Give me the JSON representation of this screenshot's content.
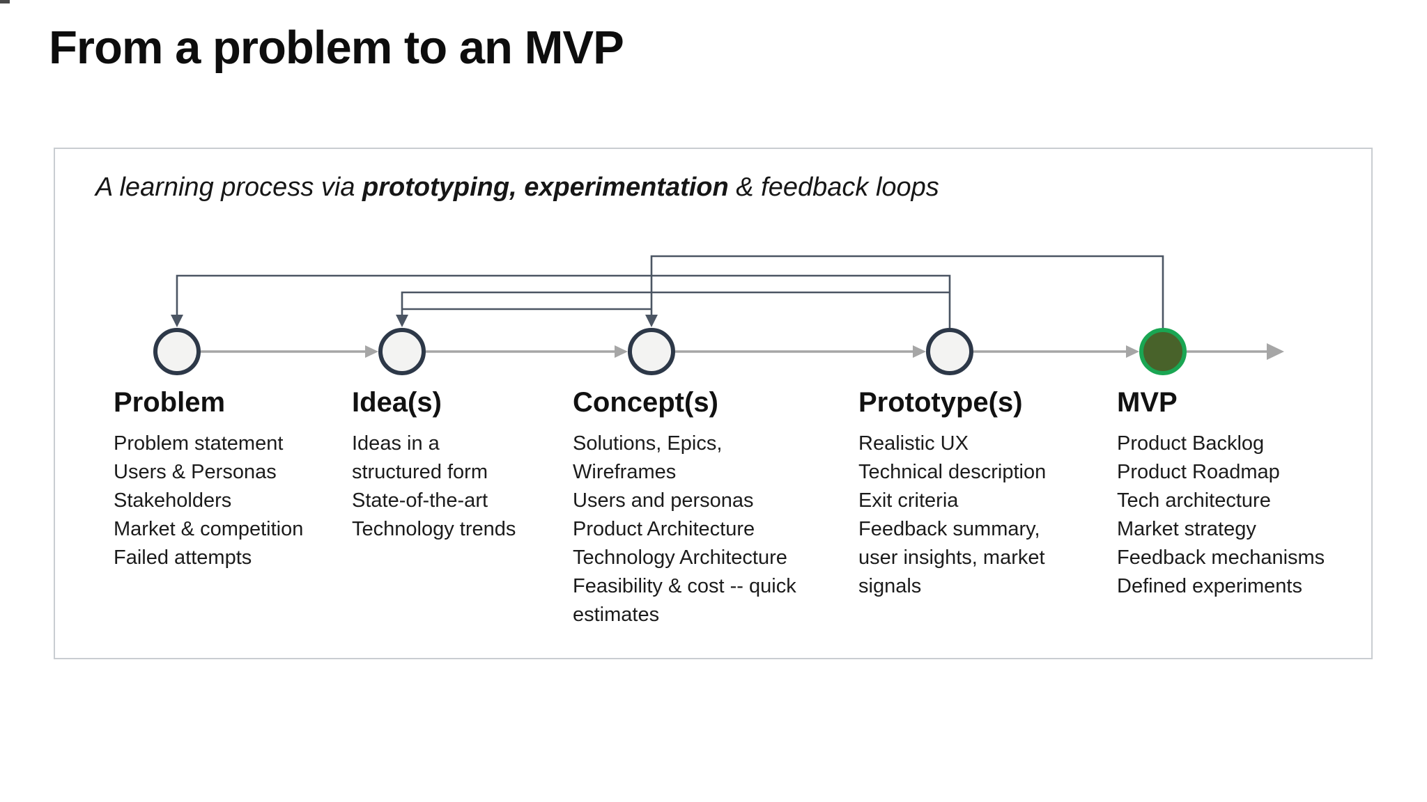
{
  "slide": {
    "title": "From a problem to an MVP"
  },
  "panel": {
    "subtitle_pre": "A learning process via ",
    "subtitle_bold": "prototyping, experimentation",
    "subtitle_post": " & feedback loops"
  },
  "stages": [
    {
      "label": "Problem",
      "items": [
        "Problem statement",
        "Users & Personas",
        "Stakeholders",
        "Market & competition",
        "Failed attempts"
      ]
    },
    {
      "label": "Idea(s)",
      "items": [
        "Ideas in a structured form",
        "State-of-the-art",
        "Technology trends"
      ]
    },
    {
      "label": "Concept(s)",
      "items": [
        "Solutions, Epics, Wireframes",
        "Users and personas",
        "Product Architecture",
        "Technology Architecture",
        "Feasibility & cost -- quick estimates"
      ]
    },
    {
      "label": "Prototype(s)",
      "items": [
        "Realistic UX",
        "Technical description",
        "Exit criteria",
        "Feedback summary, user insights, market signals"
      ]
    },
    {
      "label": "MVP",
      "items": [
        "Product Backlog",
        "Product Roadmap",
        "Tech architecture",
        "Market strategy",
        "Feedback mechanisms",
        "Defined experiments"
      ]
    }
  ],
  "feedback_loops": [
    {
      "from": "MVP",
      "to": "Concept(s)"
    },
    {
      "from": "Prototype(s)",
      "to": "Problem"
    },
    {
      "from": "Prototype(s)",
      "to": "Idea(s)"
    },
    {
      "from": "Concept(s)",
      "to": "Idea(s)"
    }
  ],
  "colors": {
    "title_text": "#0d0d0d",
    "body_text": "#1a1a1a",
    "panel_border": "#c9cdd1",
    "flow_line": "#a6a6a6",
    "feedback_line": "#4b5563",
    "node_fill": "#f3f3f2",
    "node_stroke": "#2d3848",
    "mvp_fill": "#48622a",
    "mvp_stroke": "#1aa653"
  }
}
